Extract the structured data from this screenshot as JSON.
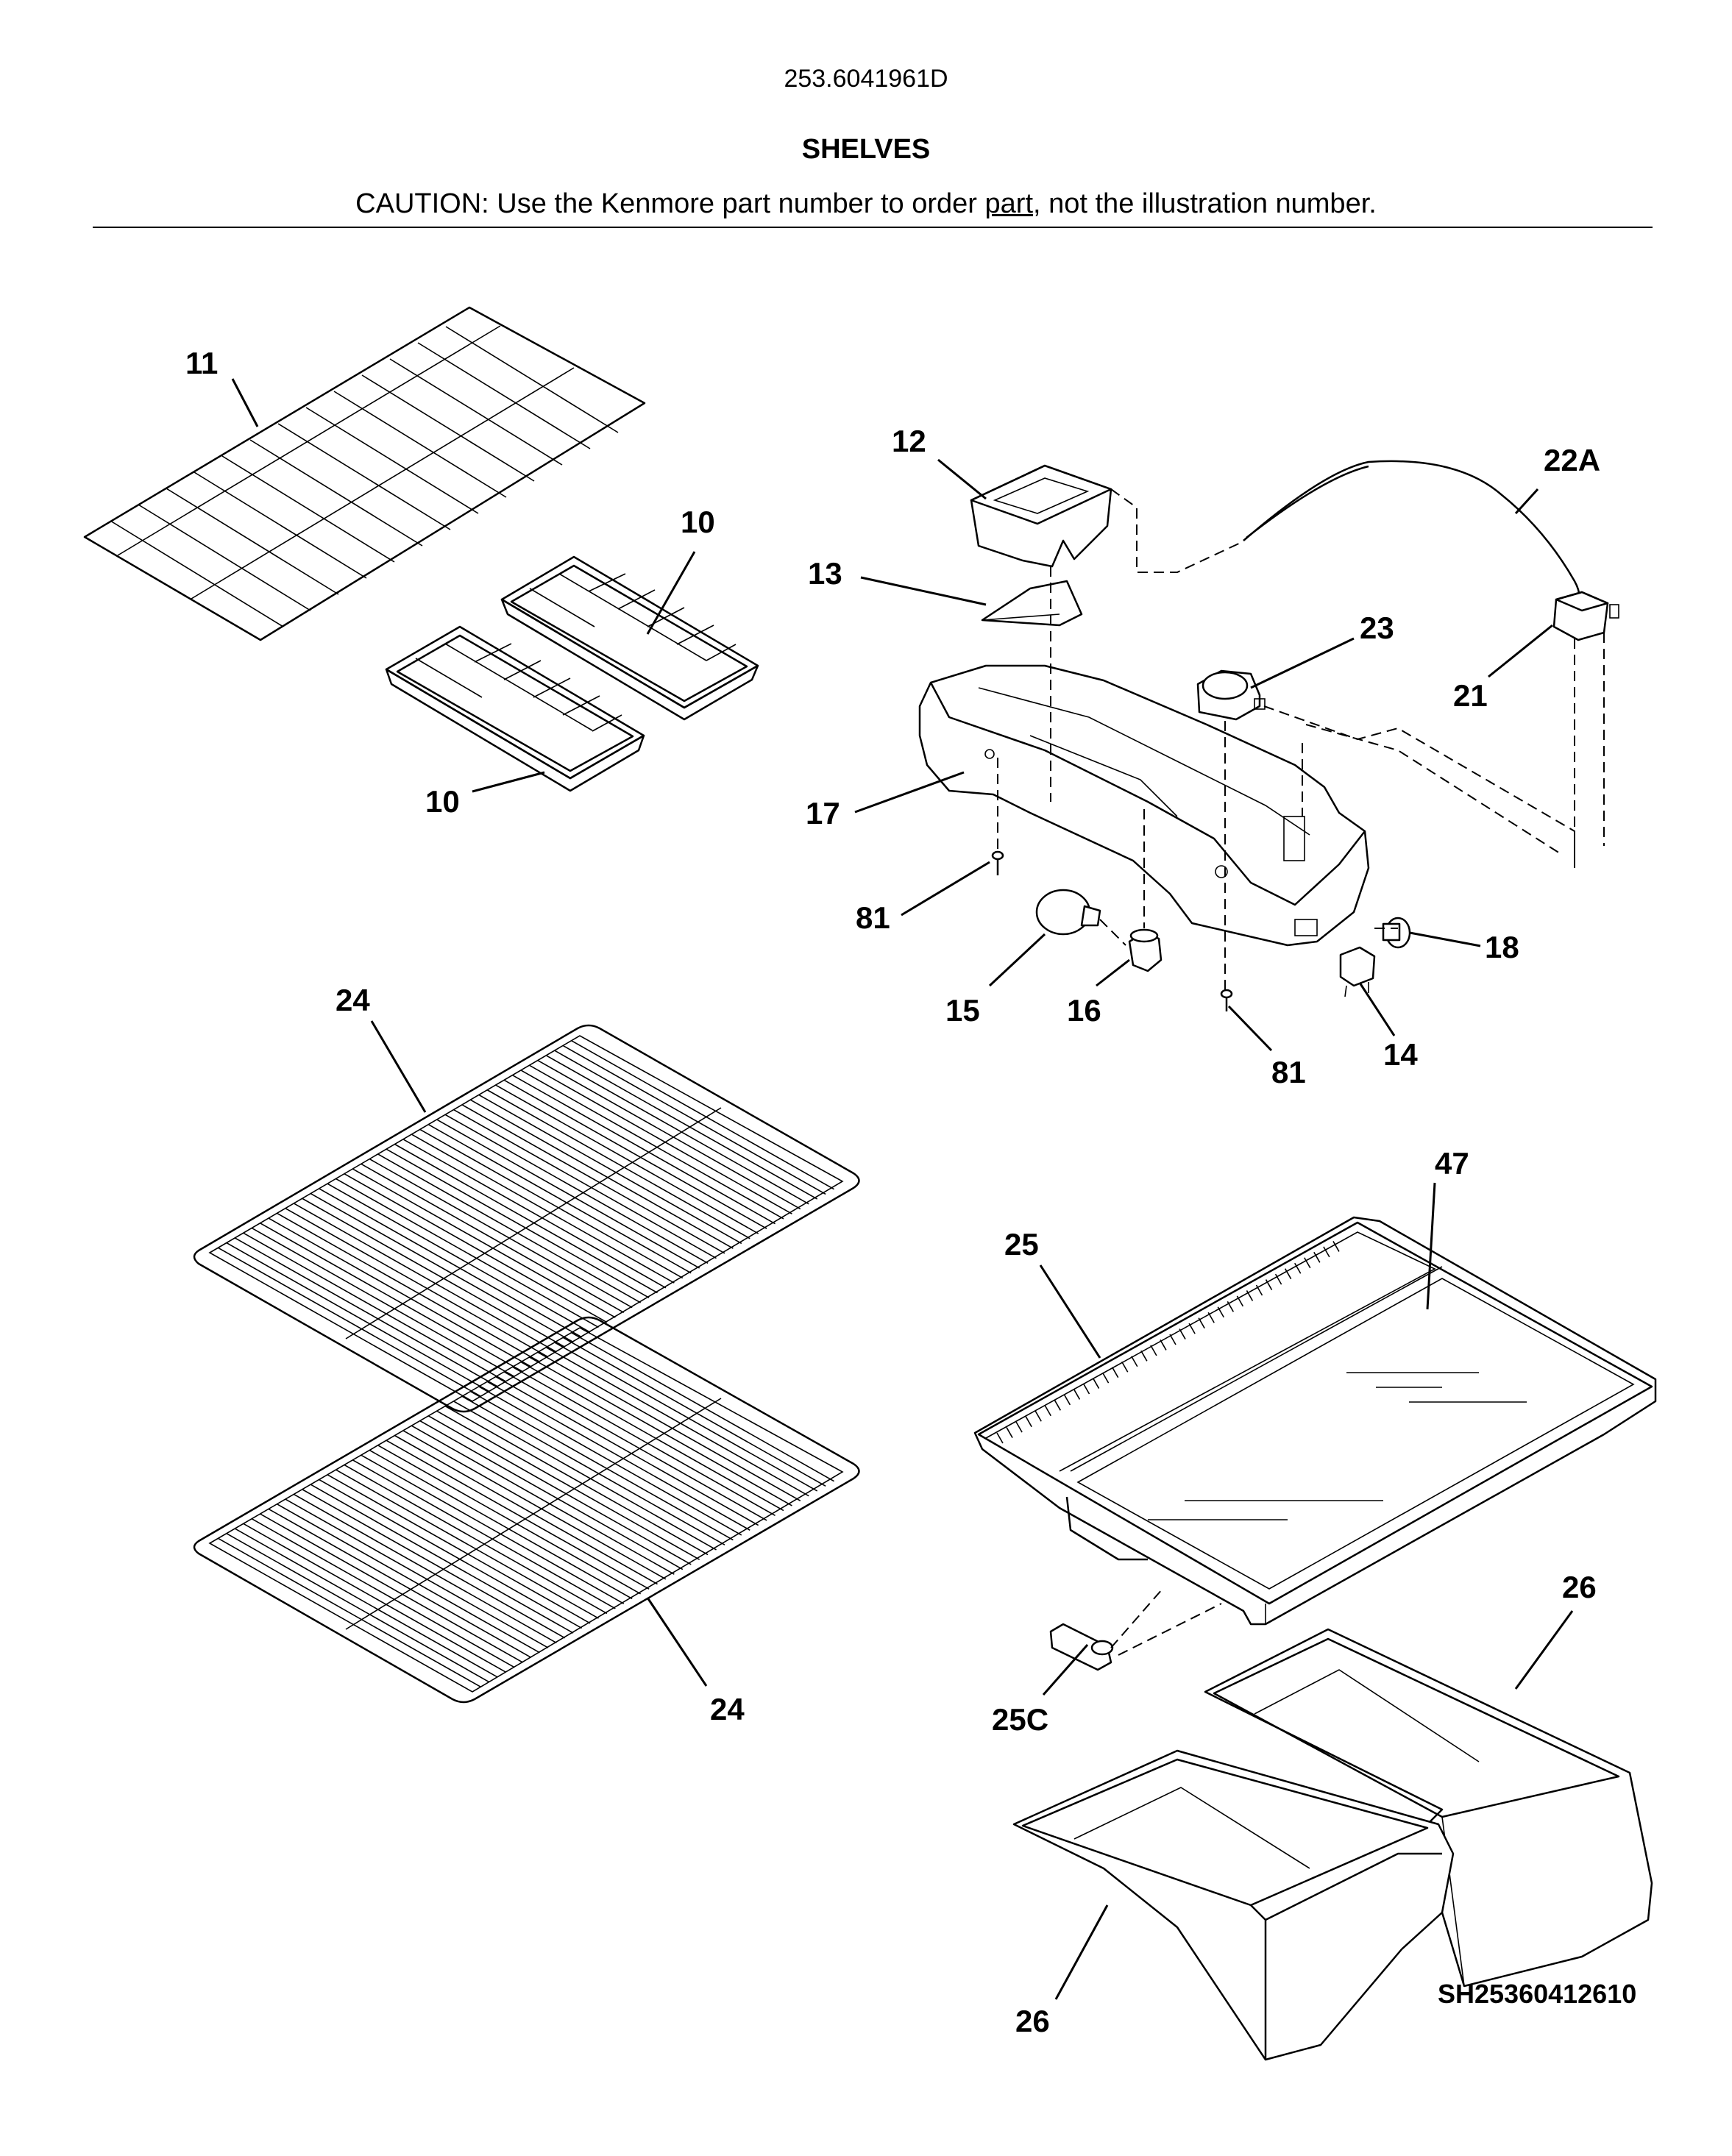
{
  "header": {
    "model_number": "253.6041961D",
    "title": "SHELVES",
    "caution_before": "CAUTION: Use the Kenmore part number to order ",
    "caution_underlined": "part",
    "caution_after": ", not the illustration number."
  },
  "callouts": {
    "c11": "11",
    "c10a": "10",
    "c10b": "10",
    "c12": "12",
    "c13": "13",
    "c17": "17",
    "c22a": "22A",
    "c23": "23",
    "c21": "21",
    "c81a": "81",
    "c81b": "81",
    "c15": "15",
    "c16": "16",
    "c14": "14",
    "c18": "18",
    "c24a": "24",
    "c24b": "24",
    "c47": "47",
    "c25": "25",
    "c25c": "25C",
    "c26a": "26",
    "c26b": "26"
  },
  "footer": {
    "reference_code": "SH25360412610"
  }
}
